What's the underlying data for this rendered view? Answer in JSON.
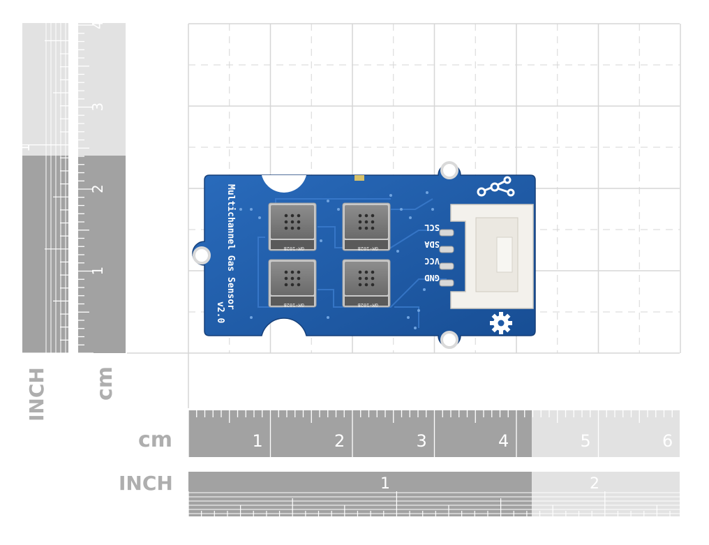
{
  "rulers": {
    "vertical_inch": {
      "caption": "INCH",
      "numbers": [
        "1"
      ]
    },
    "vertical_cm": {
      "caption": "cm",
      "numbers": [
        "1",
        "2",
        "3",
        "4"
      ]
    },
    "horizontal_cm": {
      "caption": "cm",
      "numbers": [
        "1",
        "2",
        "3",
        "4",
        "5",
        "6"
      ]
    },
    "horizontal_inch": {
      "caption": "INCH",
      "numbers": [
        "1",
        "2"
      ]
    }
  },
  "board": {
    "title": "Multichannel Gas Sensor",
    "version": "v2.0",
    "pins": [
      "SCL",
      "SDA",
      "VCC",
      "GND"
    ],
    "chip_marking": "GM-102B",
    "chip_count": 4
  },
  "colors": {
    "pcb": "#1f5aa6",
    "ruler_dark": "#a2a2a2",
    "ruler_light": "#e2e2e2",
    "caption": "#aeaeae",
    "grid": "#d6d6d6"
  }
}
